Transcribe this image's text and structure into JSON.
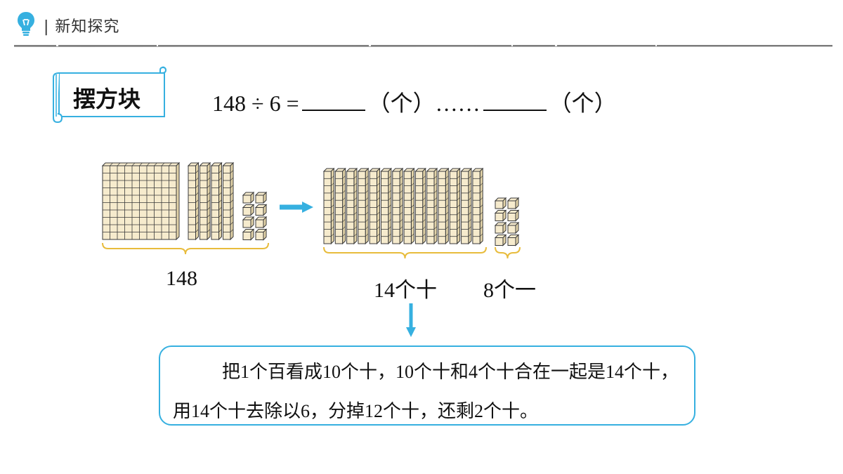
{
  "header": {
    "title": "| 新知探究",
    "icon": "lightbulb-icon",
    "accent_color": "#36b0e0"
  },
  "scroll_label": "摆方块",
  "equation": {
    "dividend": "148",
    "operator": "÷",
    "divisor": "6",
    "equals": "=",
    "unit_open": "（",
    "unit": "个",
    "unit_close": "）",
    "remainder_sep": "……"
  },
  "figure": {
    "left_label": "148",
    "tens_label": "14个十",
    "ones_label": "8个一",
    "left_hundreds": 1,
    "left_tens": 4,
    "left_ones": 8,
    "right_tens": 14,
    "right_ones": 8
  },
  "explanation": "把1个百看成10个十，10个十和4个十合在一起是14个十，用14个十去除以6，分掉12个十，还剩2个十。",
  "colors": {
    "block_fill": "#f6ebcd",
    "block_line": "#3a3a3a",
    "brace": "#e8bc3c",
    "arrow": "#36b0e0"
  }
}
